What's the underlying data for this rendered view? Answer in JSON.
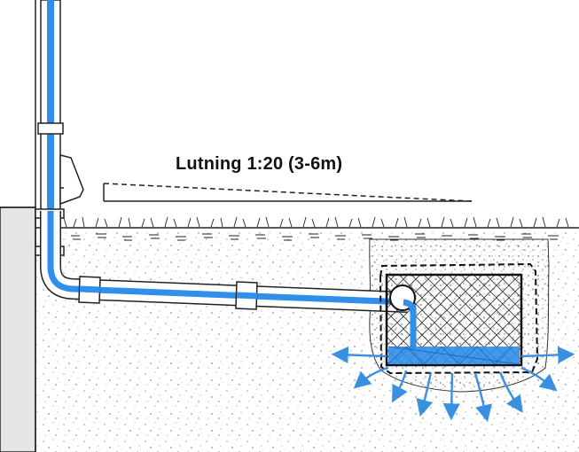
{
  "diagram": {
    "slope_label": "Lutning 1:20 (3-6m)",
    "components": [
      "building-wall",
      "downpipe",
      "drain-pipe",
      "pipe-couplings",
      "infiltration-crate",
      "gravel-layer",
      "ground-surface",
      "soil-backfill",
      "infiltration-arrows",
      "water-level"
    ]
  },
  "colors": {
    "water": "#2F8FEA",
    "water_arrow": "#3A90E0",
    "line": "#1A1A1A",
    "soil_dot": "#9A9A9A",
    "wall_fill": "#E6E6E6"
  }
}
